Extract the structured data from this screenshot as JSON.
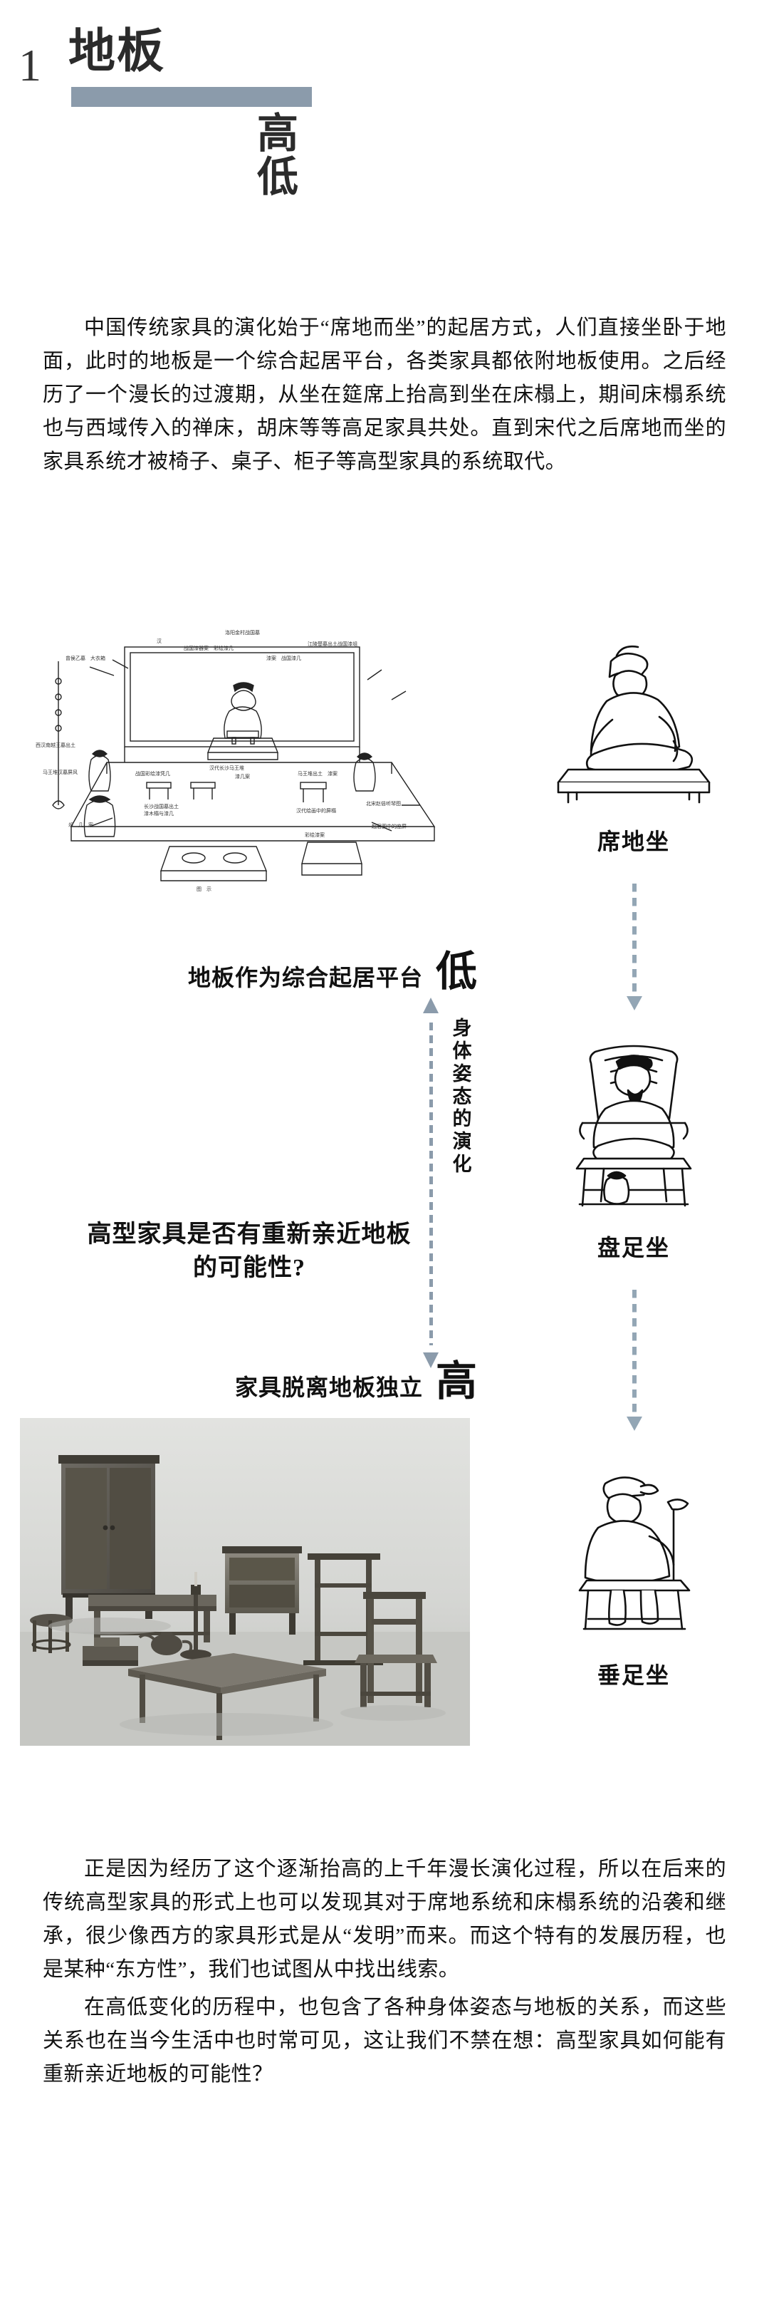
{
  "header": {
    "chapter_number": "1",
    "chapter_title": "地板",
    "subtitle_top": "高",
    "subtitle_bottom": "低",
    "bar_color": "#8b9bab"
  },
  "intro_paragraph": "中国传统家具的演化始于“席地而坐”的起居方式，人们直接坐卧于地面，此时的地板是一个综合起居平台，各类家具都依附地板使用。之后经历了一个漫长的过渡期，从坐在筵席上抬高到坐在床榻上，期间床榻系统也与西域传入的禅床，胡床等等高足家具共处。直到宋代之后席地而坐的家具系统才被椅子、桌子、柜子等高型家具的系统取代。",
  "diagram": {
    "label_low": {
      "text": "地板作为综合起居平台",
      "mark": "低"
    },
    "label_high": {
      "text": "家具脱离地板独立",
      "mark": "高"
    },
    "question": "高型家具是否有重新亲近地板的可能性?",
    "axis_caption": "身体姿态的演化",
    "axis_arrow_up": "arrow-up-icon",
    "axis_arrow_down": "arrow-down-icon",
    "postures": [
      {
        "caption": "席地坐",
        "art": "seated-on-floor-mat-figure"
      },
      {
        "caption": "盘足坐",
        "art": "cross-legged-on-chair-figure"
      },
      {
        "caption": "垂足坐",
        "art": "legs-hanging-on-chair-figure"
      }
    ],
    "hall_scene_alt": "ancient-hall-interior-line-drawing",
    "furniture_photo_alt": "traditional-high-furniture-model-photo"
  },
  "closing_paragraphs": [
    "正是因为经历了这个逐渐抬高的上千年漫长演化过程，所以在后来的传统高型家具的形式上也可以发现其对于席地系统和床榻系统的沿袭和继承，很少像西方的家具形式是从“发明”而来。而这个特有的发展历程，也是某种“东方性”，我们也试图从中找出线索。",
    "在高低变化的历程中，也包含了各种身体姿态与地板的关系，而这些关系也在当今生活中也时常可见，这让我们不禁在想：高型家具如何能有重新亲近地板的可能性？"
  ]
}
